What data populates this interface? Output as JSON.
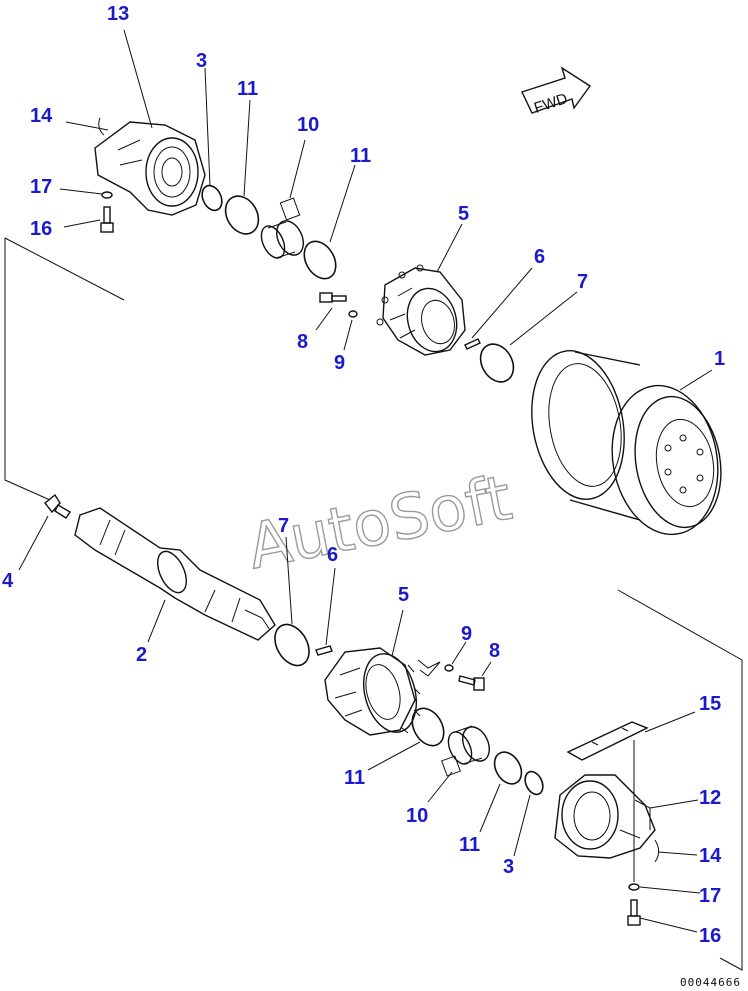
{
  "diagram": {
    "direction_label": "FWD",
    "watermark": "AutoSoft",
    "drawing_code": "00044666",
    "callouts": {
      "c13": "13",
      "c14_top": "14",
      "c3_top": "3",
      "c11_top_a": "11",
      "c10_top": "10",
      "c11_top_b": "11",
      "c17_top": "17",
      "c16_top": "16",
      "c5_top": "5",
      "c6_top": "6",
      "c7_top": "7",
      "c1": "1",
      "c8_top": "8",
      "c9_top": "9",
      "c4": "4",
      "c2": "2",
      "c7_mid": "7",
      "c6_mid": "6",
      "c5_mid": "5",
      "c9_bot": "9",
      "c8_bot": "8",
      "c15": "15",
      "c12": "12",
      "c11_bot_a": "11",
      "c10_bot": "10",
      "c11_bot_b": "11",
      "c3_bot": "3",
      "c14_bot": "14",
      "c17_bot": "17",
      "c16_bot": "16"
    }
  }
}
